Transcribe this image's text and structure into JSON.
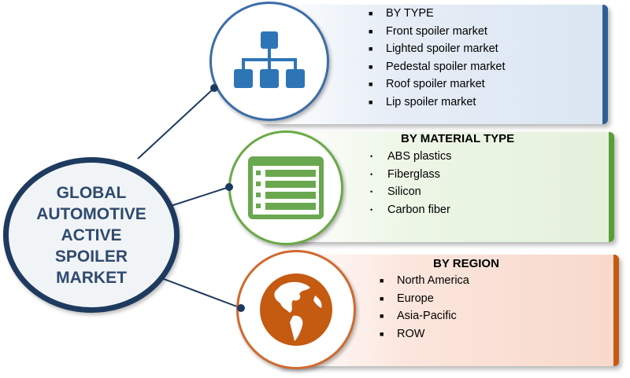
{
  "center": {
    "title": "GLOBAL\nAUTOMOTIVE\nACTIVE\nSPOILER\nMARKET"
  },
  "segments": [
    {
      "title": "BY TYPE",
      "items": [
        "Front spoiler market",
        "Lighted spoiler market",
        "Pedestal spoiler market",
        "Roof spoiler market",
        "Lip spoiler market"
      ],
      "icon": "hierarchy-icon",
      "accent": "#2f5f97"
    },
    {
      "title": "BY MATERIAL TYPE",
      "items": [
        "ABS plastics",
        "Fiberglass",
        "Silicon",
        "Carbon fiber"
      ],
      "icon": "list-form-icon",
      "accent": "#5a9e37"
    },
    {
      "title": "BY REGION",
      "items": [
        "North America",
        "Europe",
        "Asia-Pacific",
        "ROW"
      ],
      "icon": "globe-icon",
      "accent": "#c55a11"
    }
  ],
  "colors": {
    "center_ring": "#1e3a5f",
    "center_text": "#2f4a6e",
    "connector": "#1e3a5f"
  }
}
